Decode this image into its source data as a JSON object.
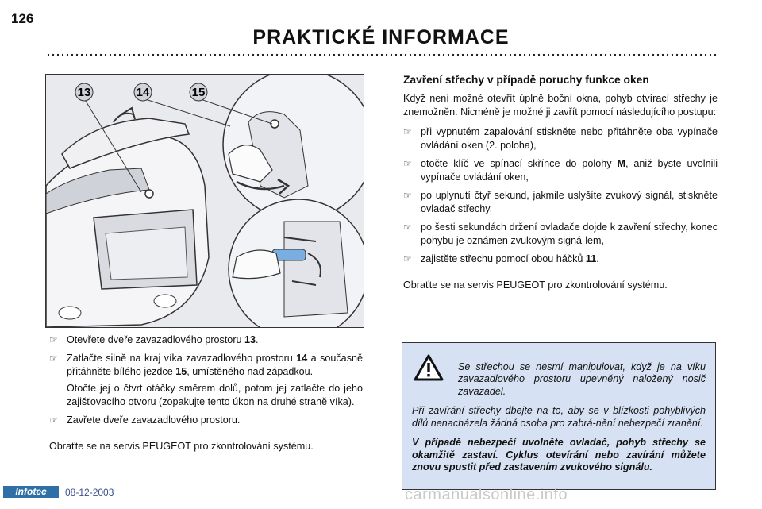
{
  "header": {
    "page_number": "126",
    "title": "PRAKTICKÉ INFORMACE"
  },
  "illustration": {
    "callouts": [
      "13",
      "14",
      "15"
    ]
  },
  "left_column": {
    "bullets": [
      {
        "pre": "Otevřete dveře zavazadlového prostoru ",
        "ref": "13",
        "post": "."
      },
      {
        "pre": "Zatlačte silně na kraj víka zavazadlového prostoru ",
        "ref": "14",
        "mid": " a současně přitáhněte bílého jezdce ",
        "ref2": "15",
        "post": ", umístěného nad západkou.",
        "sub": "Otočte jej o čtvrt otáčky směrem dolů, potom jej zatlačte do jeho zajišťovacího otvoru (zopakujte tento úkon na druhé straně víka)."
      },
      {
        "text": "Zavřete dveře zavazadlového prostoru."
      }
    ],
    "closing": "Obraťte se na servis PEUGEOT pro zkontrolování systému."
  },
  "right_column": {
    "heading": "Zavření střechy v případě poruchy funkce oken",
    "intro": "Když není možné otevřít úplně boční okna, pohyb otvírací střechy je znemožněn. Nicméně je možné ji zavřít pomocí následujícího postupu:",
    "bullets": [
      {
        "text": "při vypnutém zapalování stiskněte nebo přitáhněte oba vypínače ovládání oken (2. poloha),"
      },
      {
        "pre": "otočte klíč ve spínací skřínce do polohy ",
        "ref": "M",
        "post": ", aniž byste uvolnili vypínače ovládání oken,"
      },
      {
        "text": "po uplynutí čtyř sekund, jakmile uslyšíte zvukový signál, stiskněte ovladač střechy,"
      },
      {
        "text": "po šesti sekundách držení ovladače dojde k zavření střechy, konec pohybu je oznámen zvukovým signá-lem,"
      },
      {
        "pre": "zajistěte střechu pomocí obou háčků ",
        "ref": "11",
        "post": "."
      }
    ],
    "closing": "Obraťte se na servis PEUGEOT pro zkontrolování systému."
  },
  "warning": {
    "first": "Se střechou se nesmí manipulovat, když je na víku zavazadlového prostoru upevněný naložený nosič zavazadel.",
    "second": "Při zavírání střechy dbejte na to, aby se v blízkosti pohyblivých dílů nenacházela žádná osoba pro zabrá-nění nebezpečí zranění.",
    "third": "V případě nebezpečí uvolněte ovladač, pohyb střechy se okamžitě zastaví. Cyklus otevírání nebo zavírání můžete znovu spustit před zastavením zvukového signálu."
  },
  "footer": {
    "logo": "Infotec",
    "date": "08-12-2003",
    "watermark": "carmanualsonline.info"
  },
  "icons": {
    "bullet": "pointing-hand-icon",
    "warning": "warning-triangle-icon"
  }
}
